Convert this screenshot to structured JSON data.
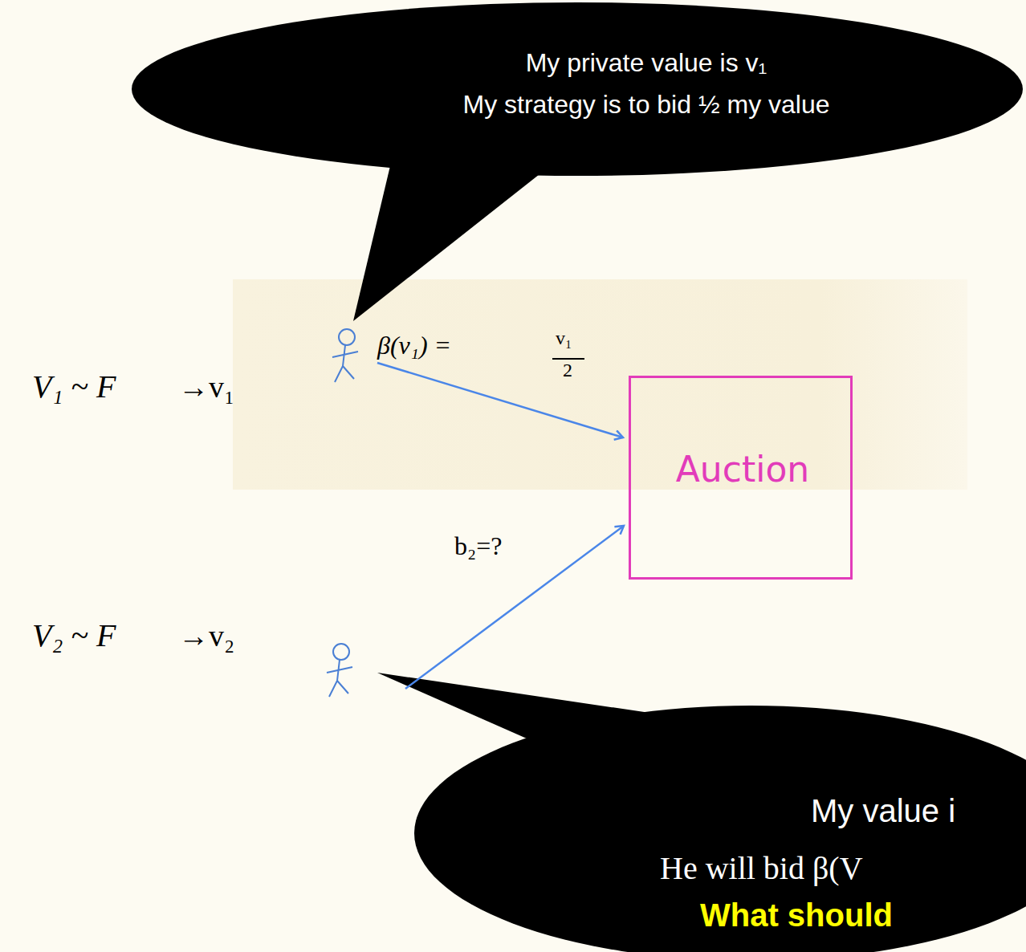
{
  "diagram": {
    "nodes": [
      {
        "text": [
          "My private value is v₁",
          "My strategy is to bid ½ my value"
        ]
      },
      {
        "text": [
          "Auction"
        ]
      },
      {
        "text": [
          "My value i",
          "He will bid β(V",
          "What should"
        ]
      }
    ],
    "labels": [
      "V₁ ~ F",
      "→v₁",
      "β(v₁) =",
      "v₁",
      "2",
      "b₂=?",
      "V₂ ~ F",
      "→v₂"
    ]
  }
}
